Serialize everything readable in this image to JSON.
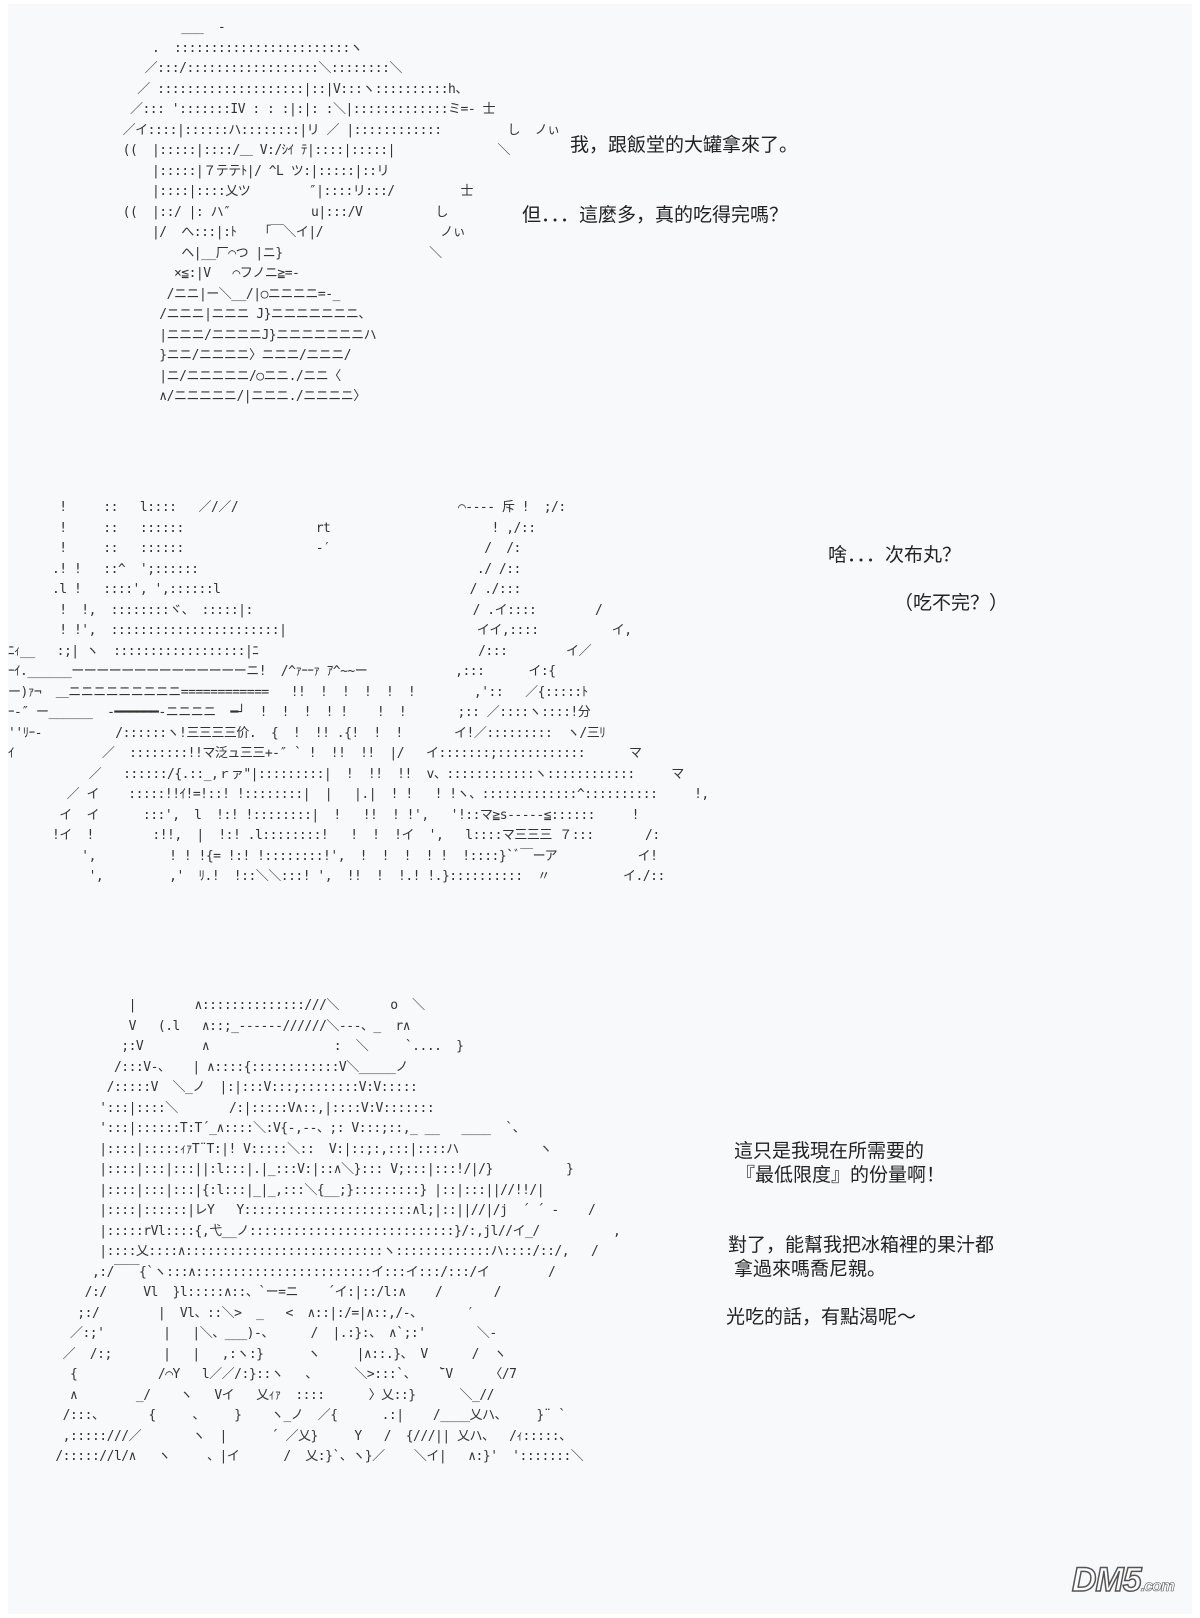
{
  "art": {
    "panel1": [
      "          ___  -",
      "      .  ::::::::::::::::::::::::ヽ",
      "     ／:::/::::::::::::::::::＼::::::::＼",
      "    ／ ::::::::::::::::::::|::|V:::ヽ::::::::::h、",
      "   ／::: ':::::::IV : : :|:|: :＼|:::::::::::::ミ=- 士",
      "  ／イ::::|::::::ハ::::::::|リ ／ |::::::::::::         し  ノぃ",
      "  ((  |:::::|::::/＿ V:/ｼｲ ﾃ|::::|:::::|              ＼",
      "      |:::::|７テテﾄ|/ ^L ツ:|:::::|::リ",
      "      |::::|::::乂ツ        ″|::::リ:::/         士",
      "  ((  |::/ |: ハ″           u|:::/V          し",
      "      |/  へ:::|:ﾄ   「￣＼イ|/                ノぃ",
      "          ヘ|__厂⌒つ |ニ}                    ＼",
      "         ×≦:|V   ⌒フノニ≧=-",
      "        /ニニ|ー＼__/|○ニニニニ=-_",
      "       /ニニニ|ニニニ J}ニニニニニニニ、",
      "       |ニニニ/ニニニニJ}ニニニニニニニハ",
      "       }ニニ/ニニニニ〉ニニニ/ニニニ/",
      "       |ニ/ニニニニニ/○ニニ./ニニ〈",
      "       ∧/ニニニニニ/|ニニニ./ニニニニ〉"
    ],
    "panel2": [
      "       !     ::   l::::   ／/／/                              ⌒---- 斥 !  ;/:",
      "       !     ::   ::::::                  rt                      ! ,/::",
      "       !     ::   ::::::                  -′                     /  /:",
      "      .! !   ::^  ';::::::                                      ./ /::",
      "      .l !   ::::', ',::::::l                                  / ./:::",
      "       !  !,  ::::::::ヾ、 :::::|:                              / .イ::::        /",
      "       ! !',  :::::::::::::::::::::::|                          イイ,::::          イ,",
      "ﾆｨ__   :;| ヽ  ::::::::::::::::::|ﾆ                              /:::        イ／",
      "ｰｲ.______ーーーーーーーーーーーーーーニ!  /^ｧｰｰｧ ｱ^~~ー            ,:::      イ:{",
      "ー)ｧ¬  ＿ニニニニニニニニニ============   !!  !  !  !  !  !        ,'::   ／{:::::ﾄ",
      "ｰ-″ ー______  -━━━━━━-ニニニニ  ━┘  !  !  !  ! !    !  !       ;:: ／::::ヽ::::!分",
      "''ﾘｰ-          /::::::ヽ!三三三三价.  {  !  !! .{!  !  !       イ!／:::::::::  ヽ/三ﾘ",
      "ｲ            ／  ::::::::!!マ泛ュ三三+-″ ` !  !!  !!  |/   イ:::::::;::::::::::::      マ ",
      "           ／   ::::::/{.::_,ｒァ\"|:::::::::|  !  !!  !!  v、::::::::::::ヽ::::::::::::     マ",
      "        ／ イ    :::::!!ｲ!=!::! !::::::::|  |   |.|  ! !   ! !ヽ、:::::::::::::^::::::::::     !,",
      "       イ  イ      :::',  l  !:! !::::::::|  !   !!  ! !',   '!::マ≧s-----≦::::::     !",
      "      !イ  !        :!!,  |  !:! .l::::::::!   !  !  !イ  ',   l::::マ三三三 ７:::       /:",
      "          ',          ! ! !{= !:! !::::::::!',  !  !  !  ! !  !::::}`ﾞ￣ーア           イ!",
      "           ',         ,'  ﾘ.!  !::＼＼:::! ',  !!  !  !.! !.}::::::::::  〃          イ./::"
    ],
    "panel3": [
      "           |        ∧::::::::::::::///＼       o  ＼",
      "           V   (.l   ∧::;_------//////＼---、_  r∧",
      "          ;:V        ∧                 :  ＼     `....  }",
      "         /:::V-、   | ∧::::{::::::::::::V＼_____ノ",
      "        /:::::V  ＼_ノ  |:|:::V:::;::::::::V:V:::::",
      "       ':::|::::＼       /:|:::::V∧::,|::::V:V:::::::",
      "       ':::|::::::T:T´_∧::::＼:V{-,--、;: V:::;::,_ __   ____  `、",
      "       |::::|:::::ｨｧT¨T:|! V:::::＼::  V:|::;:,:::|::::ハ           ヽ",
      "       |::::|:::|:::||:l:::|.|_:::V:|::∧＼}::: V;:::|:::!/|/}          }",
      "       |::::|:::|:::|{:l:::|_|_,:::＼{__;}:::::::::} |::|:::||//!!/|",
      "       |::::|::::::|レY   Y:::::::::::::::::::::::∧l;|::||//|/j  ´ ´ ‐    /",
      "       |:::::rVl::::{,弋__ノ::::::::::::::::::::::::::::}/:,jl//イ_/          ,",
      "       |::::乂::::∧:::::::::::::::::::::::::::ヽ:::::::::::::ハ::::/::/,   /",
      "      ,:/￣￣{`ヽ:::∧::::::::::::::::::::::::イ:::イ:::/:::/イ        /",
      "     /:/     Vl  }l:::::∧::、`ー=ニ    ´イ:|::/l:∧    /       /",
      "    ;:/        |  Vl、::＼>  _   <  ∧::|:/=|∧::,/-、      ′",
      "   ／:;'        |   |＼、___)-、     /  |.:}:、 ∧`;:'       ＼-",
      "  ／  /:;       |   |   ,:ヽ:}      ヽ     |∧::.}、 V      /  ヽ",
      "   {           /⌒Y   l／／/:}::ヽ   、     ＼>:::`、   ̄`V     〈/7",
      "   ∧        _/    ヽ   Vイ   乂ｨｧ  ::::      〉乂::}      ＼_//",
      "  /:::、      {     、    }    ヽ_ノ  ／{      .:|    /____乂ハ、    }¨ ` ",
      "  ,:::::///／       ヽ  |      ´ ／乂}     Y   /  {///|| 乂ハ、  /ｨ:::::、",
      " /::::://l/∧   ヽ     、|イ      /  乂:}`、ヽ}／    ＼イ|   ∧:}'  ':::::::＼"
    ]
  },
  "dialogue": {
    "d1": "我，跟飯堂的大罐拿來了。",
    "d2": "但．．．這麼多，真的吃得完嗎？",
    "d3": "啥．．．次布丸？",
    "d4": "（吃不完？）",
    "d5_line1": "這只是我現在所需要的",
    "d5_line2": "『最低限度』的份量啊！",
    "d6_line1": "對了，能幫我把冰箱裡的果汁都",
    "d6_line2": " 拿過來嗎喬尼親。",
    "d7": "光吃的話，有點渴呢～"
  },
  "watermark": {
    "main": "DM5",
    "suffix": ".com"
  }
}
